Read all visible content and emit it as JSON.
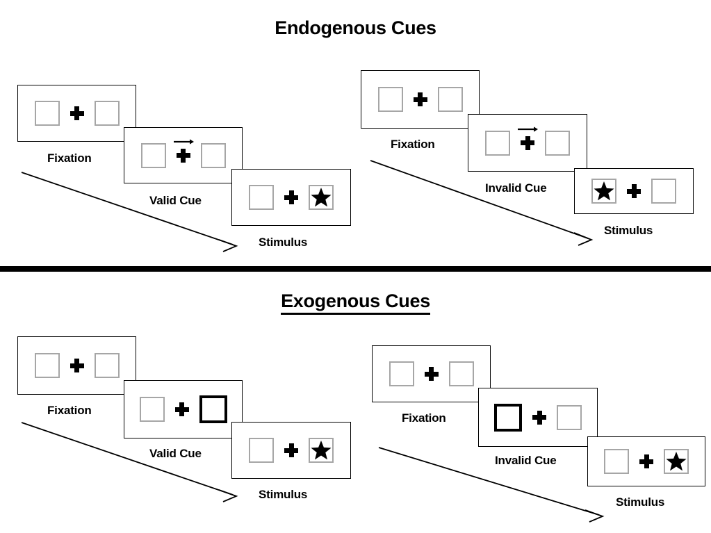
{
  "sections": [
    {
      "id": "endogenous",
      "title": "Endogenous Cues",
      "groups": [
        {
          "id": "endogenous-valid",
          "frames": [
            {
              "label": "Fixation",
              "cue": "none",
              "left_content": "empty",
              "right_content": "empty"
            },
            {
              "label": "Valid Cue",
              "cue": "arrow-right",
              "left_content": "empty",
              "right_content": "empty"
            },
            {
              "label": "Stimulus",
              "cue": "none",
              "left_content": "empty",
              "right_content": "star"
            }
          ]
        },
        {
          "id": "endogenous-invalid",
          "frames": [
            {
              "label": "Fixation",
              "cue": "none",
              "left_content": "empty",
              "right_content": "empty"
            },
            {
              "label": "Invalid Cue",
              "cue": "arrow-right",
              "left_content": "empty",
              "right_content": "empty"
            },
            {
              "label": "Stimulus",
              "cue": "none",
              "left_content": "star",
              "right_content": "empty"
            }
          ]
        }
      ]
    },
    {
      "id": "exogenous",
      "title": "Exogenous Cues",
      "groups": [
        {
          "id": "exogenous-valid",
          "frames": [
            {
              "label": "Fixation",
              "cue": "none",
              "left_content": "empty",
              "right_content": "empty"
            },
            {
              "label": "Valid Cue",
              "cue": "box-highlight-right",
              "left_content": "empty",
              "right_content": "empty"
            },
            {
              "label": "Stimulus",
              "cue": "none",
              "left_content": "empty",
              "right_content": "star"
            }
          ]
        },
        {
          "id": "exogenous-invalid",
          "frames": [
            {
              "label": "Fixation",
              "cue": "none",
              "left_content": "empty",
              "right_content": "empty"
            },
            {
              "label": "Invalid Cue",
              "cue": "box-highlight-left",
              "left_content": "empty",
              "right_content": "empty"
            },
            {
              "label": "Stimulus",
              "cue": "none",
              "left_content": "empty",
              "right_content": "star"
            }
          ]
        }
      ]
    }
  ],
  "icons": {
    "fixation_cross": "plus-cross-icon",
    "star": "star-icon",
    "arrow_cue": "arrow-right-icon",
    "time_arrow": "time-flow-arrow-icon",
    "placeholder_box": "placeholder-box-icon"
  },
  "colors": {
    "stroke": "#000000",
    "placeholder_border": "#a6a6a6",
    "background": "#ffffff",
    "divider": "#000000"
  }
}
